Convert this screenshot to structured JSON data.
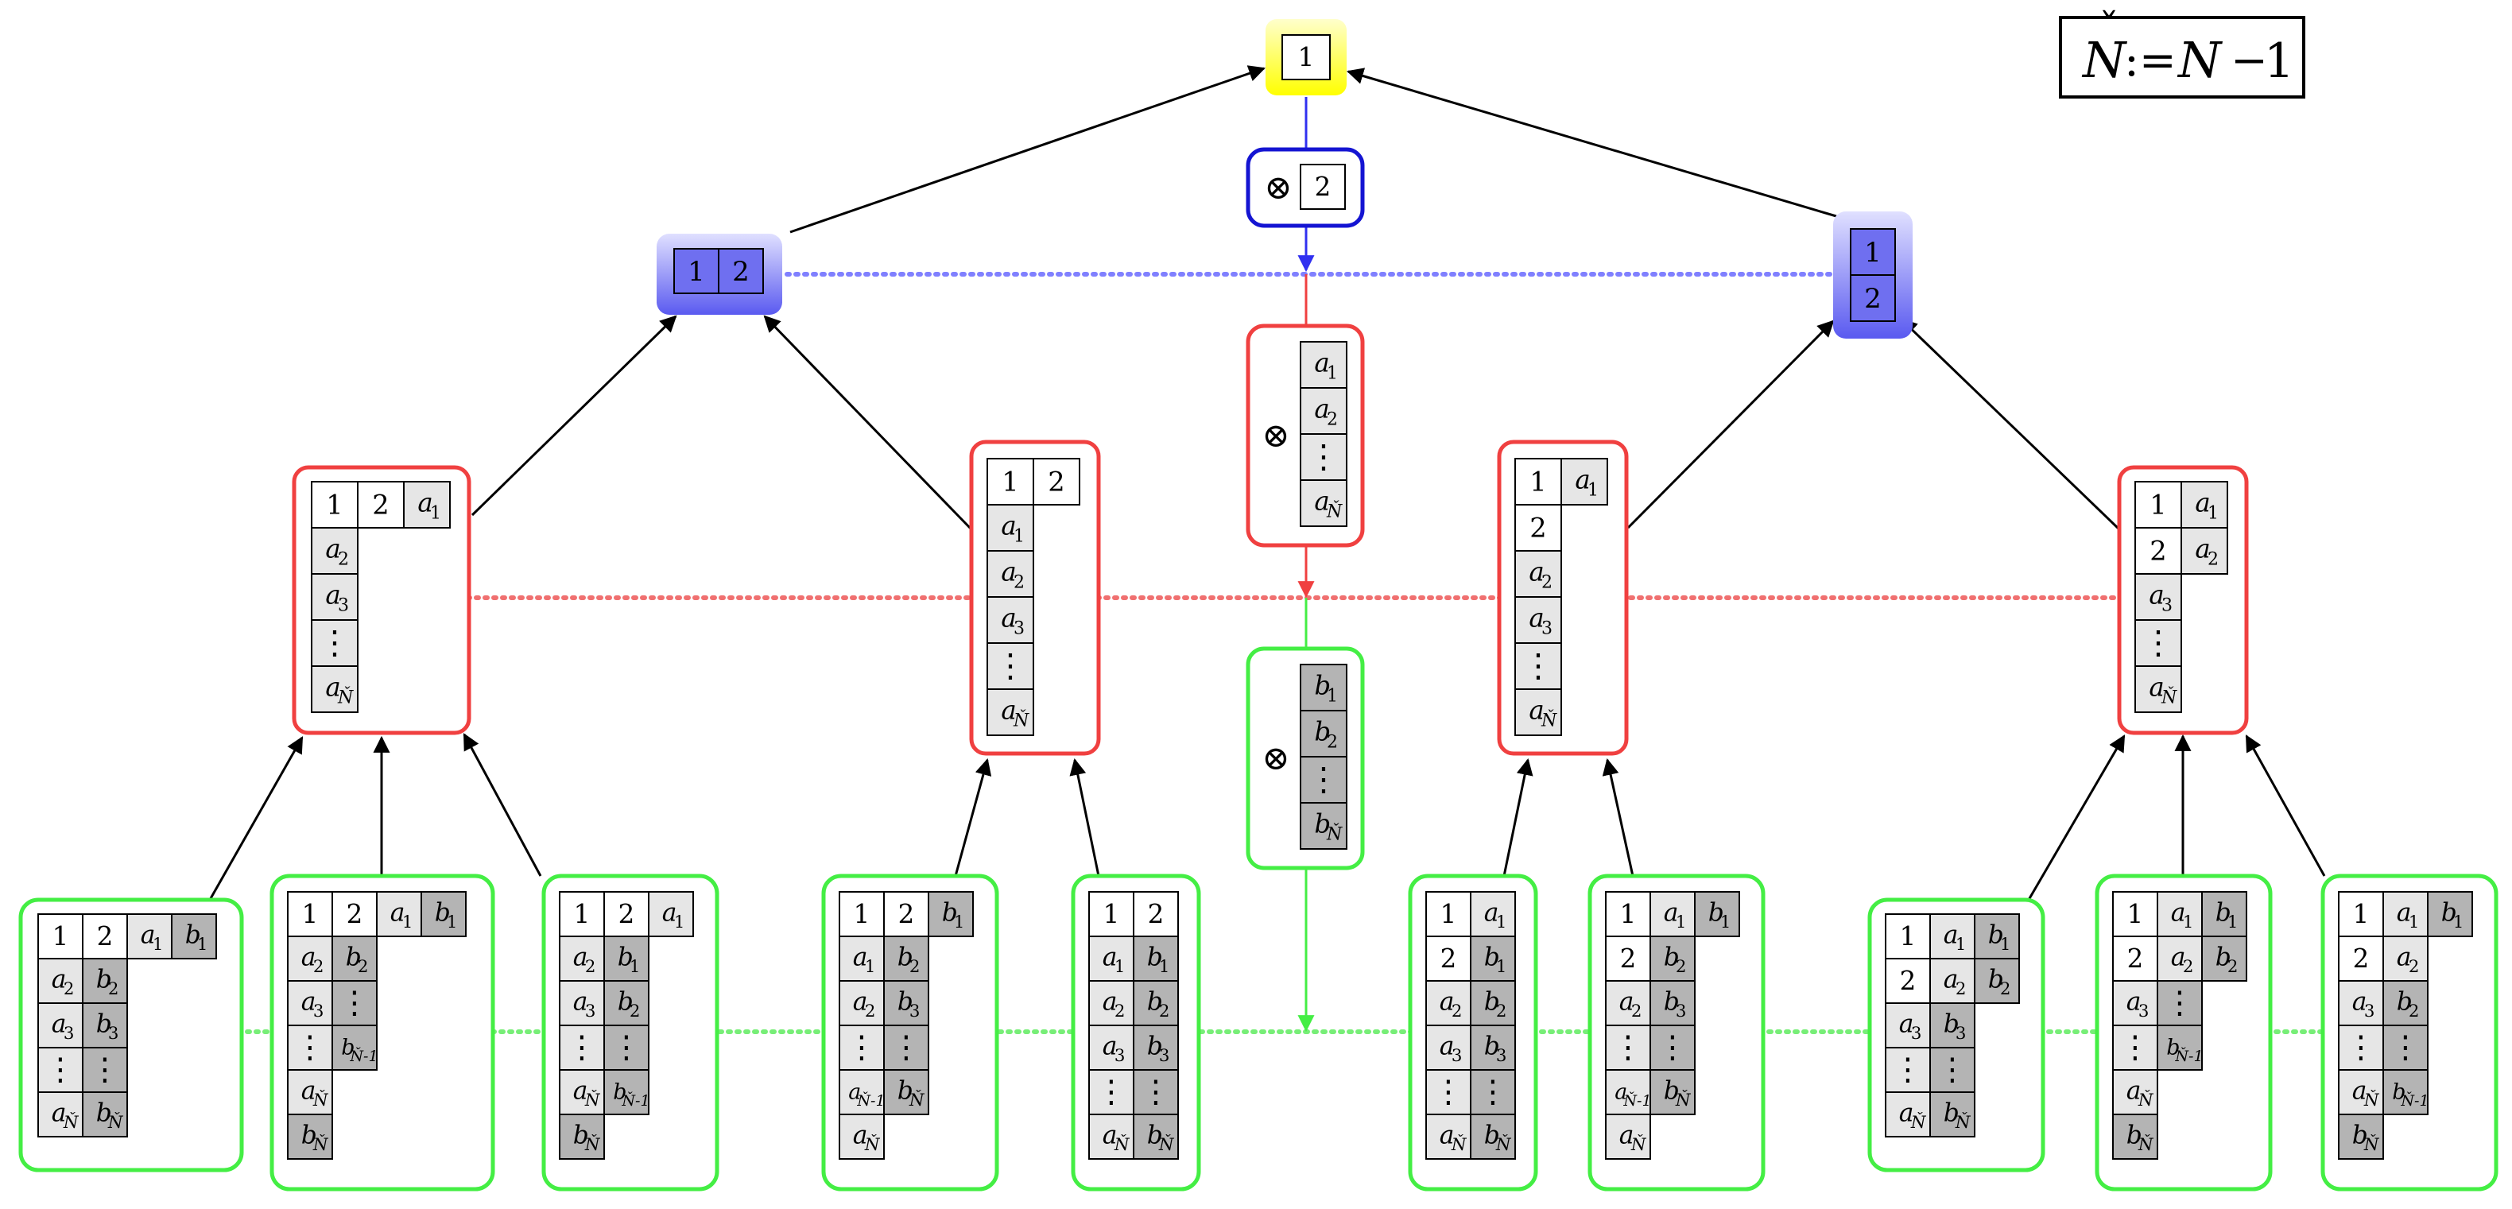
{
  "legend": {
    "lhs_letter": "N",
    "lhs_accent": "ˇ",
    "assign": ":=",
    "rhs_letter": "N",
    "rhs_minus": "−",
    "rhs_one": "1"
  },
  "operators": {
    "tensor": "⊗"
  },
  "colors": {
    "yellow": "#ffff3a",
    "blue_fill": "#6f6ff0",
    "blue_border": "#1414d2",
    "red_border": "#f04040",
    "green_border": "#44ee44",
    "cell_light": "#e6e6e6",
    "cell_dark": "#b4b4b4"
  },
  "symbols": {
    "one": "1",
    "two": "2",
    "vdots": "⋮",
    "a": "a",
    "b": "b",
    "sub_1": "1",
    "sub_2": "2",
    "sub_3": "3",
    "sub_N": "Ň",
    "sub_Nm1": "Ň-1"
  }
}
